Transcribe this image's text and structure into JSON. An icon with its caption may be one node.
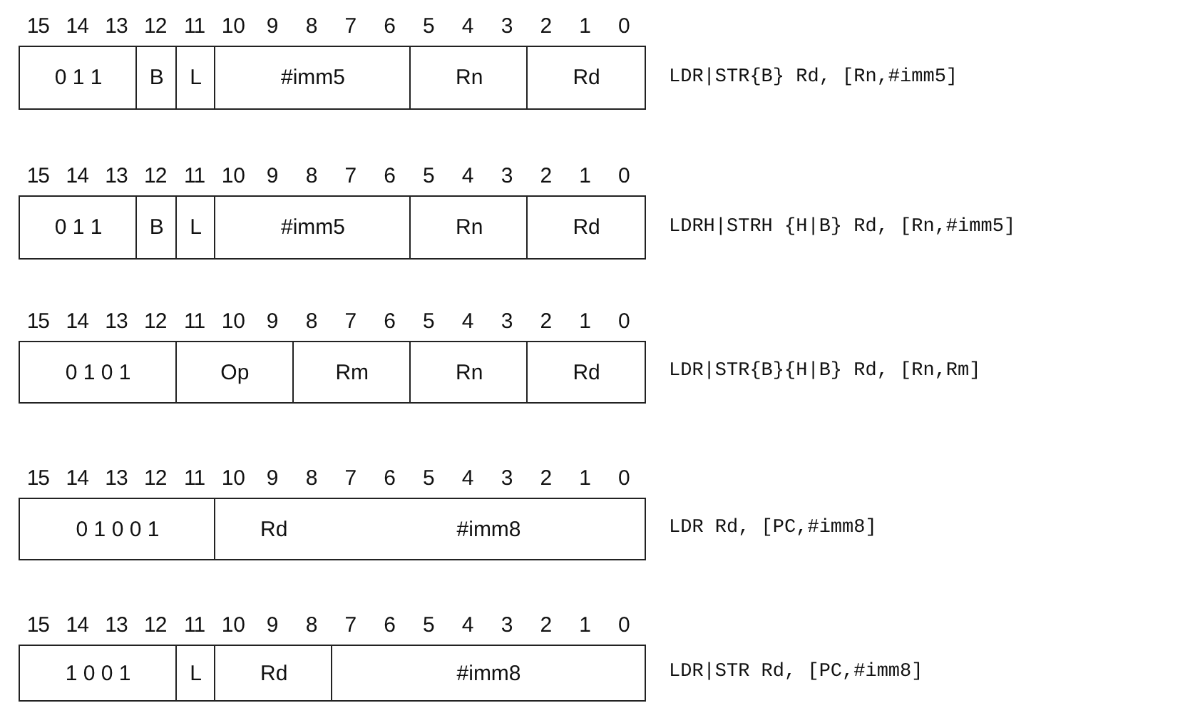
{
  "diagram": {
    "nodes": [
      {
        "text": [
          "0 1 1"
        ]
      },
      {
        "text": [
          "B"
        ]
      },
      {
        "text": [
          "L"
        ]
      },
      {
        "text": [
          "#imm5"
        ]
      },
      {
        "text": [
          "Rn"
        ]
      },
      {
        "text": [
          "Rd"
        ]
      },
      {
        "text": [
          "0 1 1"
        ]
      },
      {
        "text": [
          "B"
        ]
      },
      {
        "text": [
          "L"
        ]
      },
      {
        "text": [
          "#imm5"
        ]
      },
      {
        "text": [
          "Rn"
        ]
      },
      {
        "text": [
          "Rd"
        ]
      },
      {
        "text": [
          "0 1 0 1"
        ]
      },
      {
        "text": [
          "Op"
        ]
      },
      {
        "text": [
          "Rm"
        ]
      },
      {
        "text": [
          "Rn"
        ]
      },
      {
        "text": [
          "Rd"
        ]
      },
      {
        "text": [
          "0 1 0 0 1"
        ]
      },
      {
        "text": [
          "Rd",
          "#imm8"
        ]
      },
      {
        "text": [
          "1 0 0 1"
        ]
      },
      {
        "text": [
          "L"
        ]
      },
      {
        "text": [
          "Rd"
        ]
      },
      {
        "text": [
          "#imm8"
        ]
      }
    ],
    "labels": [
      "15",
      "14",
      "13",
      "12",
      "11",
      "10",
      "9",
      "8",
      "7",
      "6",
      "5",
      "4",
      "3",
      "2",
      "1",
      "0",
      "LDR|STR{B} Rd, [Rn,#imm5]",
      "15",
      "14",
      "13",
      "12",
      "11",
      "10",
      "9",
      "8",
      "7",
      "6",
      "5",
      "4",
      "3",
      "2",
      "1",
      "0",
      "LDRH|STRH {H|B} Rd, [Rn,#imm5]",
      "15",
      "14",
      "13",
      "12",
      "11",
      "10",
      "9",
      "8",
      "7",
      "6",
      "5",
      "4",
      "3",
      "2",
      "1",
      "0",
      "LDR|STR{B}{H|B} Rd, [Rn,Rm]",
      "15",
      "14",
      "13",
      "12",
      "11",
      "10",
      "9",
      "8",
      "7",
      "6",
      "5",
      "4",
      "3",
      "2",
      "1",
      "0",
      "LDR Rd, [PC,#imm8]",
      "15",
      "14",
      "13",
      "12",
      "11",
      "10",
      "9",
      "8",
      "7",
      "6",
      "5",
      "4",
      "3",
      "2",
      "1",
      "0",
      "LDR|STR Rd, [PC,#imm8]"
    ]
  }
}
